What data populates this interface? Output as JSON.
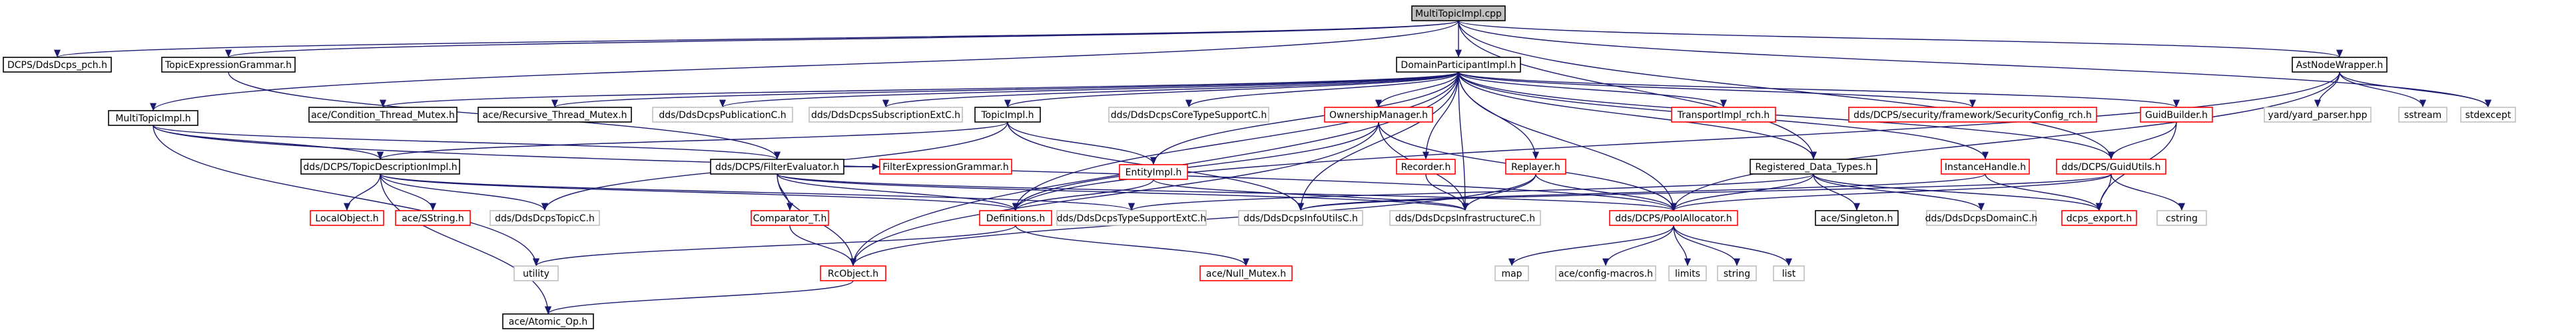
{
  "colors": {
    "root_fill": "#bfbfbf",
    "documented_border": "#000000",
    "undocumented_border": "#ff0000",
    "external_border": "#bfbfbf",
    "edge": "#191970",
    "text": "#000000"
  },
  "nodes": {
    "MultiTopicImpl_cpp": {
      "label": "MultiTopicImpl.cpp",
      "kind": "root"
    },
    "DdsDcps_pch": {
      "label": "DCPS/DdsDcps_pch.h",
      "kind": "doc"
    },
    "TopicExpressionGrammar": {
      "label": "TopicExpressionGrammar.h",
      "kind": "doc"
    },
    "DomainParticipantImpl": {
      "label": "DomainParticipantImpl.h",
      "kind": "doc"
    },
    "AstNodeWrapper": {
      "label": "AstNodeWrapper.h",
      "kind": "doc"
    },
    "MultiTopicImpl_h": {
      "label": "MultiTopicImpl.h",
      "kind": "doc"
    },
    "Condition_Thread_Mutex": {
      "label": "ace/Condition_Thread_Mutex.h",
      "kind": "doc"
    },
    "Recursive_Thread_Mutex": {
      "label": "ace/Recursive_Thread_Mutex.h",
      "kind": "doc"
    },
    "DdsDcpsPublicationC": {
      "label": "dds/DdsDcpsPublicationC.h",
      "kind": "ext"
    },
    "DdsDcpsSubscriptionExtC": {
      "label": "dds/DdsDcpsSubscriptionExtC.h",
      "kind": "ext"
    },
    "TopicImpl": {
      "label": "TopicImpl.h",
      "kind": "doc"
    },
    "DdsDcpsCoreTypeSupportC": {
      "label": "dds/DdsDcpsCoreTypeSupportC.h",
      "kind": "ext"
    },
    "OwnershipManager": {
      "label": "OwnershipManager.h",
      "kind": "undoc"
    },
    "TransportImpl_rch": {
      "label": "TransportImpl_rch.h",
      "kind": "undoc"
    },
    "SecurityConfig_rch": {
      "label": "dds/DCPS/security/framework/SecurityConfig_rch.h",
      "kind": "undoc"
    },
    "GuidBuilder": {
      "label": "GuidBuilder.h",
      "kind": "undoc"
    },
    "yard_parser": {
      "label": "yard/yard_parser.hpp",
      "kind": "ext"
    },
    "sstream": {
      "label": "sstream",
      "kind": "ext"
    },
    "stdexcept": {
      "label": "stdexcept",
      "kind": "ext"
    },
    "TopicDescriptionImpl": {
      "label": "dds/DCPS/TopicDescriptionImpl.h",
      "kind": "doc"
    },
    "FilterEvaluator": {
      "label": "dds/DCPS/FilterEvaluator.h",
      "kind": "doc"
    },
    "FilterExpressionGrammar": {
      "label": "FilterExpressionGrammar.h",
      "kind": "undoc"
    },
    "EntityImpl": {
      "label": "EntityImpl.h",
      "kind": "undoc"
    },
    "Recorder": {
      "label": "Recorder.h",
      "kind": "undoc"
    },
    "Replayer": {
      "label": "Replayer.h",
      "kind": "undoc"
    },
    "Registered_Data_Types": {
      "label": "Registered_Data_Types.h",
      "kind": "doc"
    },
    "InstanceHandle": {
      "label": "InstanceHandle.h",
      "kind": "undoc"
    },
    "GuidUtils": {
      "label": "dds/DCPS/GuidUtils.h",
      "kind": "undoc"
    },
    "LocalObject": {
      "label": "LocalObject.h",
      "kind": "undoc"
    },
    "SString": {
      "label": "ace/SString.h",
      "kind": "undoc"
    },
    "DdsDcpsTopicC": {
      "label": "dds/DdsDcpsTopicC.h",
      "kind": "ext"
    },
    "Comparator_T": {
      "label": "Comparator_T.h",
      "kind": "undoc"
    },
    "Definitions": {
      "label": "Definitions.h",
      "kind": "undoc"
    },
    "DdsDcpsTypeSupportExtC": {
      "label": "dds/DdsDcpsTypeSupportExtC.h",
      "kind": "ext"
    },
    "DdsDcpsInfoUtilsC": {
      "label": "dds/DdsDcpsInfoUtilsC.h",
      "kind": "ext"
    },
    "DdsDcpsInfrastructureC": {
      "label": "dds/DdsDcpsInfrastructureC.h",
      "kind": "ext"
    },
    "PoolAllocator": {
      "label": "dds/DCPS/PoolAllocator.h",
      "kind": "undoc"
    },
    "Singleton": {
      "label": "ace/Singleton.h",
      "kind": "doc"
    },
    "DdsDcpsDomainC": {
      "label": "dds/DdsDcpsDomainC.h",
      "kind": "ext"
    },
    "dcps_export": {
      "label": "dcps_export.h",
      "kind": "undoc"
    },
    "cstring": {
      "label": "cstring",
      "kind": "ext"
    },
    "utility": {
      "label": "utility",
      "kind": "ext"
    },
    "RcObject": {
      "label": "RcObject.h",
      "kind": "undoc"
    },
    "Null_Mutex": {
      "label": "ace/Null_Mutex.h",
      "kind": "undoc"
    },
    "map": {
      "label": "map",
      "kind": "ext"
    },
    "config_macros": {
      "label": "ace/config-macros.h",
      "kind": "ext"
    },
    "limits": {
      "label": "limits",
      "kind": "ext"
    },
    "string": {
      "label": "string",
      "kind": "ext"
    },
    "list": {
      "label": "list",
      "kind": "ext"
    },
    "Atomic_Op": {
      "label": "ace/Atomic_Op.h",
      "kind": "doc"
    }
  },
  "edges": [
    [
      "MultiTopicImpl_cpp",
      "DdsDcps_pch"
    ],
    [
      "MultiTopicImpl_cpp",
      "TopicExpressionGrammar"
    ],
    [
      "MultiTopicImpl_cpp",
      "DomainParticipantImpl"
    ],
    [
      "MultiTopicImpl_cpp",
      "AstNodeWrapper"
    ],
    [
      "MultiTopicImpl_cpp",
      "MultiTopicImpl_h"
    ],
    [
      "MultiTopicImpl_cpp",
      "stdexcept"
    ],
    [
      "MultiTopicImpl_cpp",
      "GuidUtils"
    ],
    [
      "MultiTopicImpl_cpp",
      "Registered_Data_Types"
    ],
    [
      "TopicExpressionGrammar",
      "FilterEvaluator"
    ],
    [
      "DomainParticipantImpl",
      "Condition_Thread_Mutex"
    ],
    [
      "DomainParticipantImpl",
      "Recursive_Thread_Mutex"
    ],
    [
      "DomainParticipantImpl",
      "DdsDcpsPublicationC"
    ],
    [
      "DomainParticipantImpl",
      "DdsDcpsSubscriptionExtC"
    ],
    [
      "DomainParticipantImpl",
      "TopicImpl"
    ],
    [
      "DomainParticipantImpl",
      "DdsDcpsCoreTypeSupportC"
    ],
    [
      "DomainParticipantImpl",
      "OwnershipManager"
    ],
    [
      "DomainParticipantImpl",
      "TransportImpl_rch"
    ],
    [
      "DomainParticipantImpl",
      "SecurityConfig_rch"
    ],
    [
      "DomainParticipantImpl",
      "GuidBuilder"
    ],
    [
      "DomainParticipantImpl",
      "EntityImpl"
    ],
    [
      "DomainParticipantImpl",
      "Recorder"
    ],
    [
      "DomainParticipantImpl",
      "Replayer"
    ],
    [
      "DomainParticipantImpl",
      "InstanceHandle"
    ],
    [
      "DomainParticipantImpl",
      "Definitions"
    ],
    [
      "DomainParticipantImpl",
      "DdsDcpsInfoUtilsC"
    ],
    [
      "DomainParticipantImpl",
      "DdsDcpsInfrastructureC"
    ],
    [
      "DomainParticipantImpl",
      "PoolAllocator"
    ],
    [
      "DomainParticipantImpl",
      "GuidUtils"
    ],
    [
      "DomainParticipantImpl",
      "RcObject"
    ],
    [
      "DomainParticipantImpl",
      "Registered_Data_Types"
    ],
    [
      "AstNodeWrapper",
      "yard_parser"
    ],
    [
      "AstNodeWrapper",
      "sstream"
    ],
    [
      "AstNodeWrapper",
      "stdexcept"
    ],
    [
      "AstNodeWrapper",
      "PoolAllocator"
    ],
    [
      "AstNodeWrapper",
      "Definitions"
    ],
    [
      "MultiTopicImpl_h",
      "TopicDescriptionImpl"
    ],
    [
      "MultiTopicImpl_h",
      "FilterEvaluator"
    ],
    [
      "MultiTopicImpl_h",
      "PoolAllocator"
    ],
    [
      "MultiTopicImpl_h",
      "utility"
    ],
    [
      "TopicImpl",
      "TopicDescriptionImpl"
    ],
    [
      "TopicImpl",
      "EntityImpl"
    ],
    [
      "TopicImpl",
      "DdsDcpsInfoUtilsC"
    ],
    [
      "TopicImpl",
      "DdsDcpsTopicC"
    ],
    [
      "OwnershipManager",
      "Definitions"
    ],
    [
      "OwnershipManager",
      "PoolAllocator"
    ],
    [
      "OwnershipManager",
      "RcObject"
    ],
    [
      "OwnershipManager",
      "DdsDcpsInfrastructureC"
    ],
    [
      "GuidBuilder",
      "GuidUtils"
    ],
    [
      "GuidBuilder",
      "dcps_export"
    ],
    [
      "TopicDescriptionImpl",
      "LocalObject"
    ],
    [
      "TopicDescriptionImpl",
      "SString"
    ],
    [
      "TopicDescriptionImpl",
      "DdsDcpsTopicC"
    ],
    [
      "TopicDescriptionImpl",
      "DdsDcpsTypeSupportExtC"
    ],
    [
      "TopicDescriptionImpl",
      "Definitions"
    ],
    [
      "TopicDescriptionImpl",
      "Atomic_Op"
    ],
    [
      "FilterEvaluator",
      "FilterExpressionGrammar"
    ],
    [
      "FilterEvaluator",
      "Comparator_T"
    ],
    [
      "FilterEvaluator",
      "Definitions"
    ],
    [
      "FilterEvaluator",
      "RcObject"
    ],
    [
      "FilterEvaluator",
      "DdsDcpsInfrastructureC"
    ],
    [
      "FilterEvaluator",
      "PoolAllocator"
    ],
    [
      "EntityImpl",
      "Definitions"
    ],
    [
      "EntityImpl",
      "DdsDcpsInfrastructureC"
    ],
    [
      "Recorder",
      "DdsDcpsInfrastructureC"
    ],
    [
      "Replayer",
      "PoolAllocator"
    ],
    [
      "Replayer",
      "DdsDcpsInfrastructureC"
    ],
    [
      "Replayer",
      "RcObject"
    ],
    [
      "Registered_Data_Types",
      "Singleton"
    ],
    [
      "Registered_Data_Types",
      "DdsDcpsDomainC"
    ],
    [
      "Registered_Data_Types",
      "PoolAllocator"
    ],
    [
      "Registered_Data_Types",
      "DdsDcpsTypeSupportExtC"
    ],
    [
      "Registered_Data_Types",
      "dcps_export"
    ],
    [
      "InstanceHandle",
      "dcps_export"
    ],
    [
      "InstanceHandle",
      "DdsDcpsInfoUtilsC"
    ],
    [
      "GuidUtils",
      "dcps_export"
    ],
    [
      "GuidUtils",
      "cstring"
    ],
    [
      "GuidUtils",
      "PoolAllocator"
    ],
    [
      "GuidUtils",
      "DdsDcpsInfoUtilsC"
    ],
    [
      "Comparator_T",
      "RcObject"
    ],
    [
      "Definitions",
      "utility"
    ],
    [
      "Definitions",
      "Null_Mutex"
    ],
    [
      "RcObject",
      "Atomic_Op"
    ],
    [
      "PoolAllocator",
      "map"
    ],
    [
      "PoolAllocator",
      "config_macros"
    ],
    [
      "PoolAllocator",
      "limits"
    ],
    [
      "PoolAllocator",
      "string"
    ],
    [
      "PoolAllocator",
      "list"
    ]
  ]
}
